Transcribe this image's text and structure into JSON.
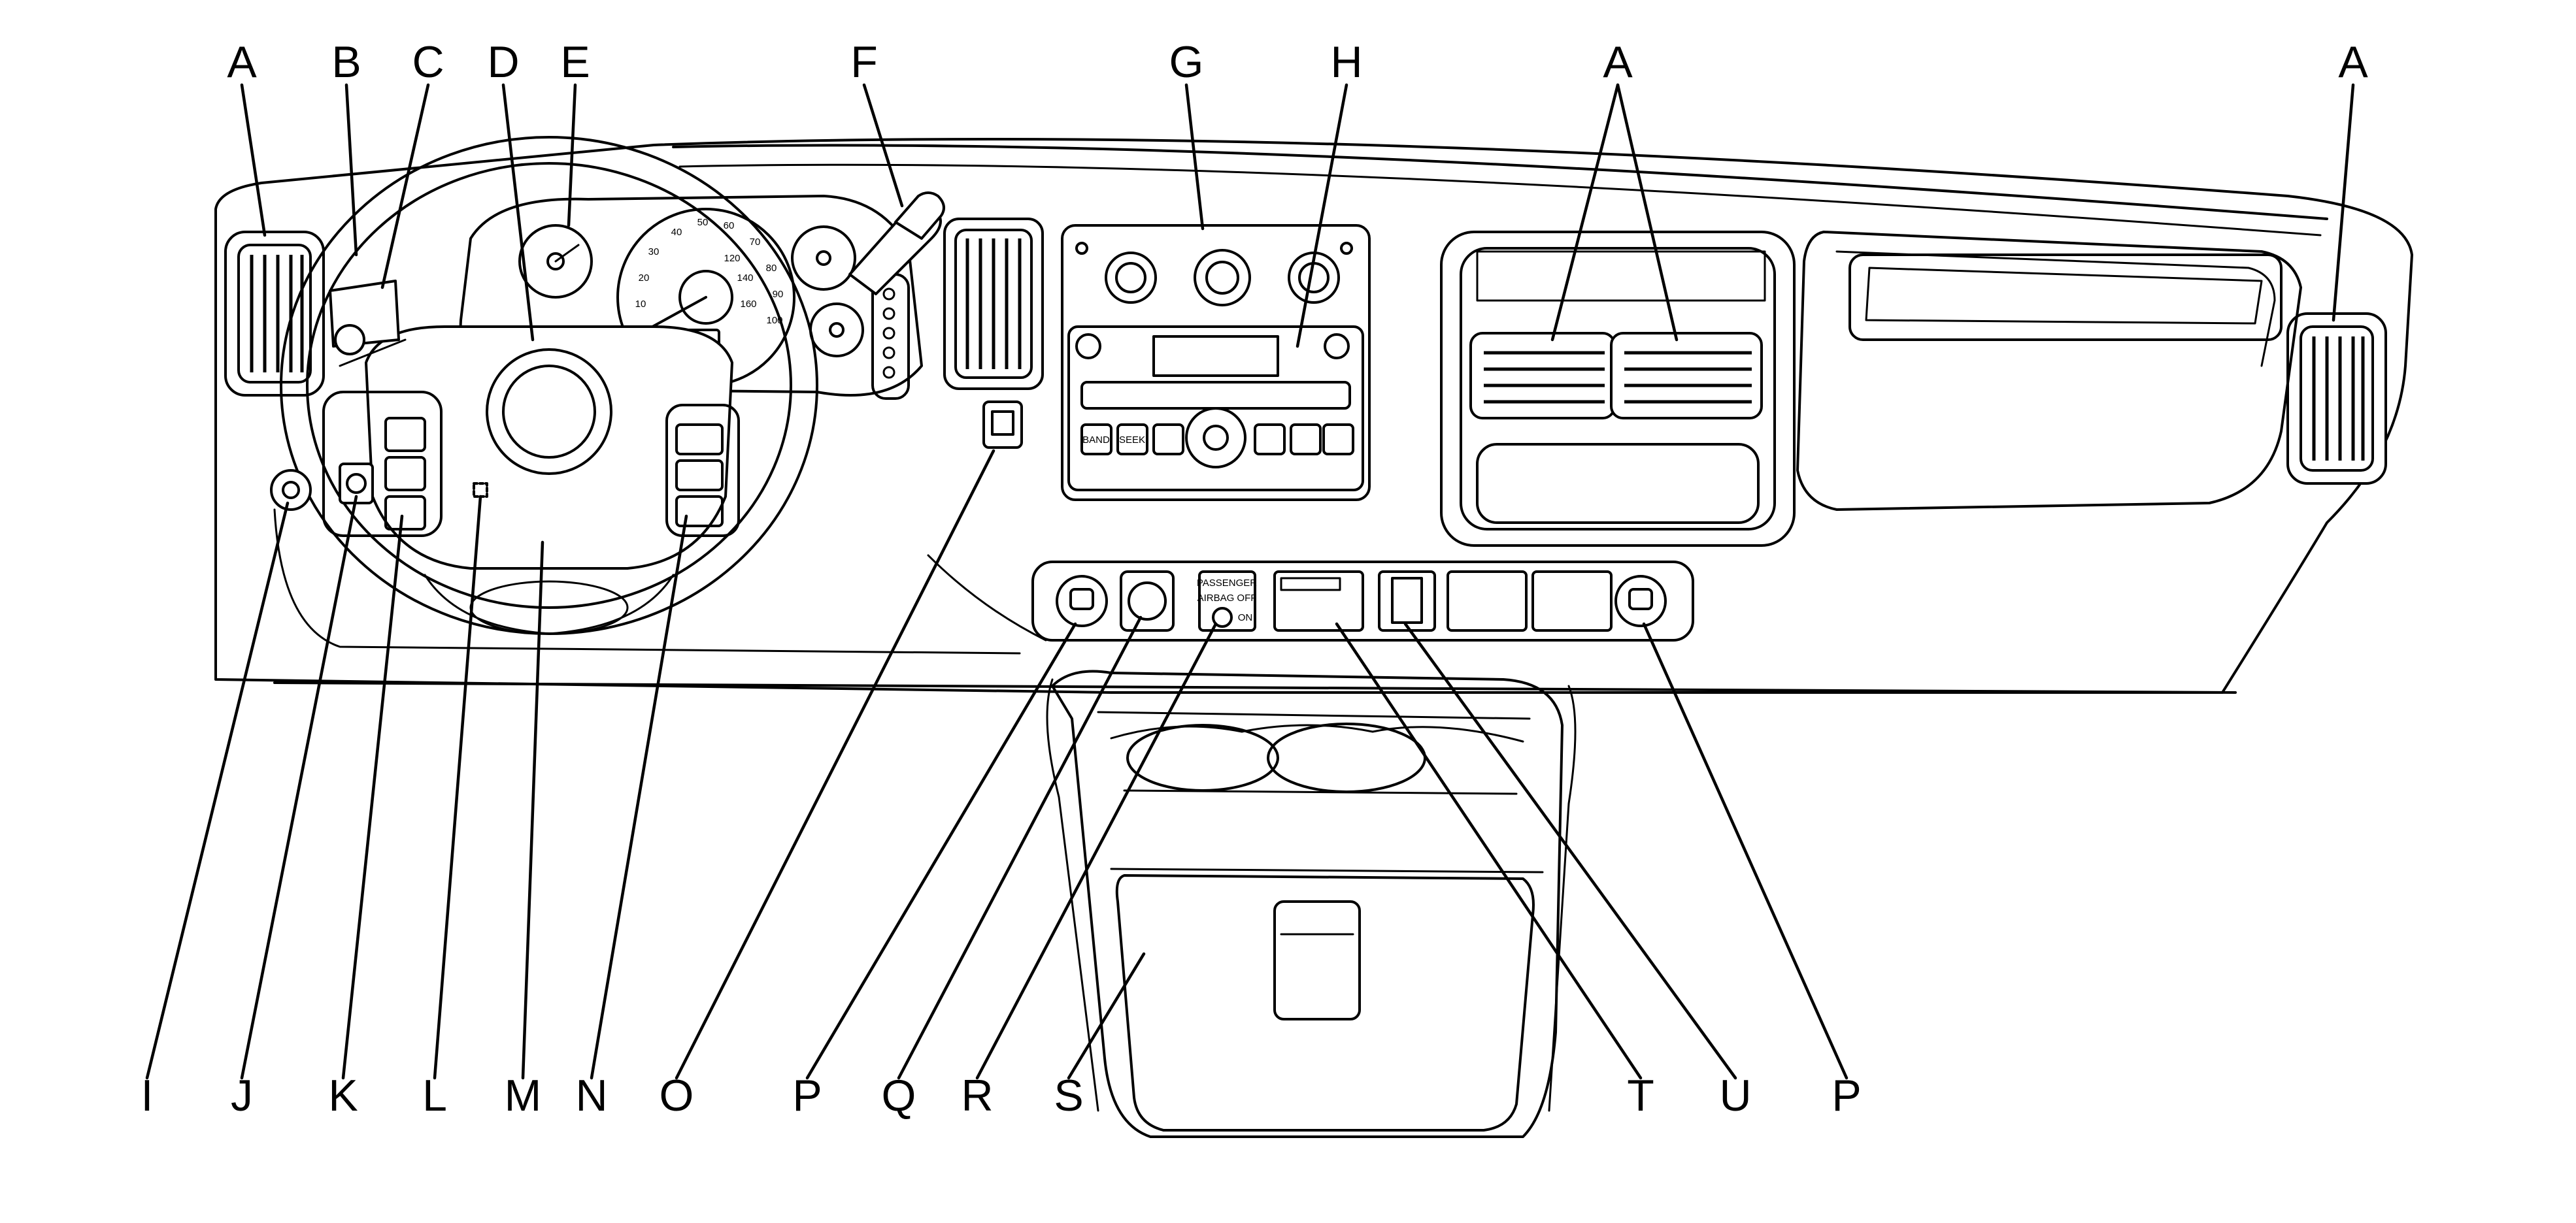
{
  "diagram": {
    "callouts": {
      "A": "A",
      "B": "B",
      "C": "C",
      "D": "D",
      "E": "E",
      "F": "F",
      "G": "G",
      "H": "H",
      "I": "I",
      "J": "J",
      "K": "K",
      "L": "L",
      "M": "M",
      "N": "N",
      "O": "O",
      "P": "P",
      "Q": "Q",
      "R": "R",
      "S": "S",
      "T": "T",
      "U": "U"
    },
    "gauge_numbers": [
      "10",
      "20",
      "30",
      "40",
      "50",
      "60",
      "70",
      "80",
      "90",
      "100",
      "120",
      "140",
      "160"
    ],
    "panel_text": {
      "passenger_airbag": "PASSENGER",
      "airbag_off": "AIRBAG OFF",
      "on": "ON",
      "radio_band": "BAND",
      "radio_seek": "SEEK"
    },
    "ink_color": "#000000",
    "paper_color": "#ffffff"
  }
}
